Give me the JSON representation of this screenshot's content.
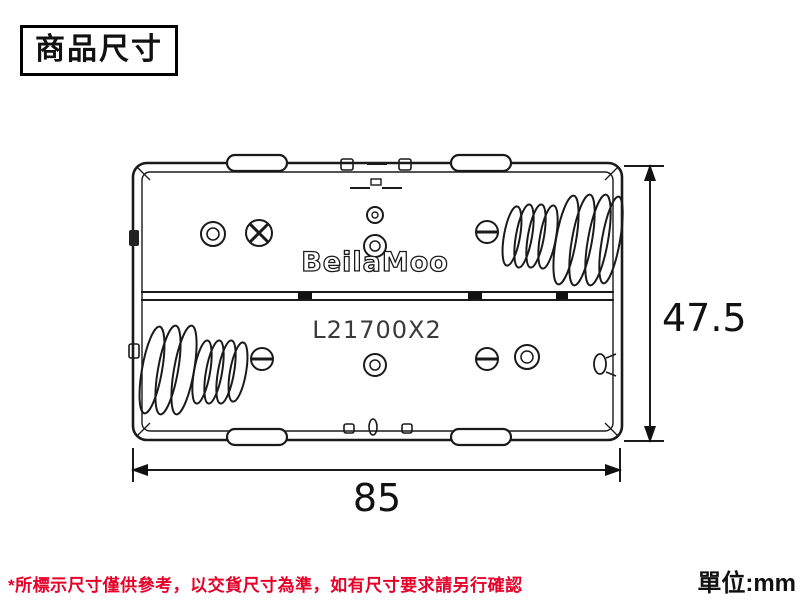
{
  "header": {
    "title_box_label": "商品尺寸"
  },
  "diagram": {
    "brand_label": "BeilaMoo",
    "model_label": "L21700X2",
    "height_dimension": "47.5",
    "width_dimension": "85"
  },
  "footer": {
    "disclaimer": "*所標示尺寸僅供參考，以交貨尺寸為準，如有尺寸要求請另行確認",
    "unit_label": "單位:mm"
  },
  "colors": {
    "line": "#1a1a1a",
    "disclaimer_red": "#e60029",
    "background": "#ffffff"
  }
}
